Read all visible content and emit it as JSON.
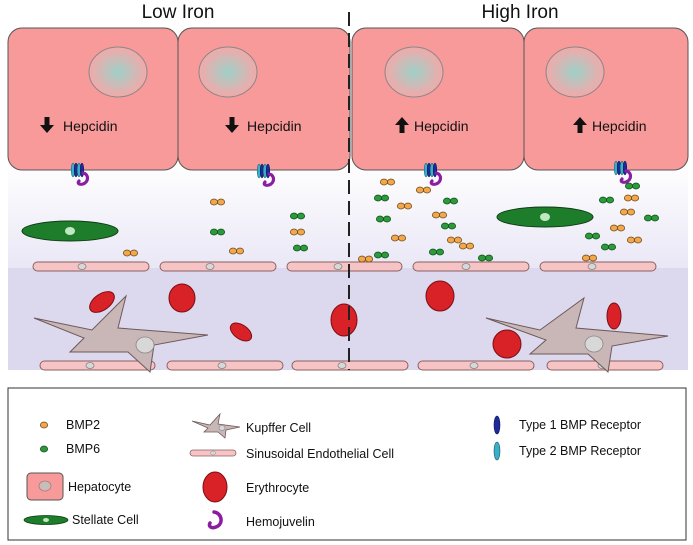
{
  "titles": {
    "left": "Low Iron",
    "right": "High Iron"
  },
  "hepatocyte_label": "Hepcidin",
  "hepcidin_direction": {
    "low": "down",
    "high": "up"
  },
  "legend": {
    "bmp2": "BMP2",
    "bmp6": "BMP6",
    "hepatocyte": "Hepatocyte",
    "stellate": "Stellate Cell",
    "kupffer": "Kupffer Cell",
    "endothelial": "Sinusoidal Endothelial Cell",
    "erythrocyte": "Erythrocyte",
    "hemojuvelin": "Hemojuvelin",
    "type1": "Type 1 BMP Receptor",
    "type2": "Type 2 BMP Receptor"
  },
  "colors": {
    "hepatocyte": "#f89a9a",
    "bmp2": "#f3a64a",
    "bmp6": "#2a9a3a",
    "stellate": "#1e7d2a",
    "erythrocyte": "#d92128",
    "kupffer": "#c9b6b6",
    "endothelial": "#f6c4c4",
    "hemojuvelin": "#8a1ea0",
    "type1": "#1e2a9a",
    "type2": "#3ab0c8",
    "sinusoid": "#dcd8ee"
  }
}
